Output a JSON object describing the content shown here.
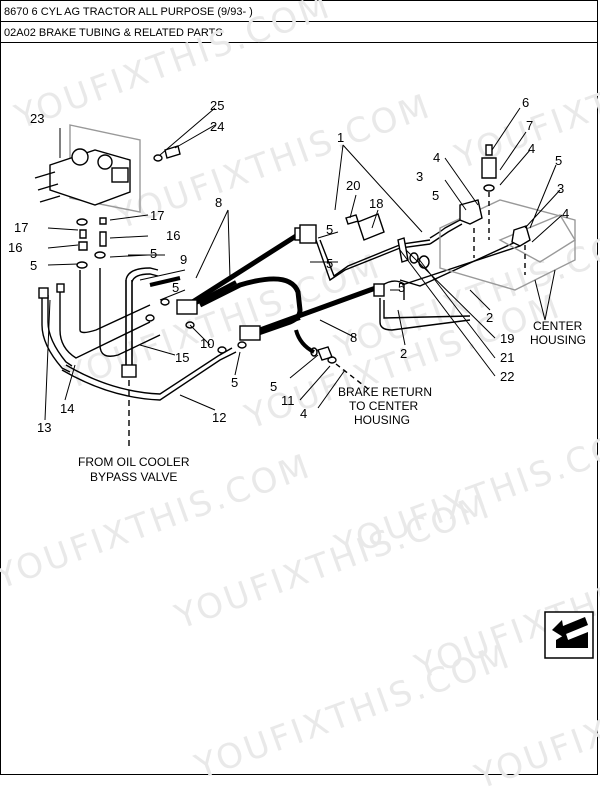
{
  "header": {
    "title": "8670 6 CYL AG TRACTOR ALL PURPOSE (9/93- )",
    "section": "02A02 BRAKE TUBING & RELATED PARTS"
  },
  "watermark": "YOUFIXTHIS.COM",
  "notes": {
    "center_housing_1": "CENTER",
    "center_housing_2": "HOUSING",
    "oil_cooler_1": "FROM OIL COOLER",
    "oil_cooler_2": "BYPASS VALVE",
    "brake_return_1": "BRAKE RETURN",
    "brake_return_2": "TO CENTER",
    "brake_return_3": "HOUSING"
  },
  "callouts": [
    "1",
    "2",
    "3",
    "4",
    "5",
    "6",
    "7",
    "8",
    "9",
    "10",
    "11",
    "12",
    "13",
    "14",
    "15",
    "16",
    "17",
    "18",
    "19",
    "20",
    "21",
    "22",
    "23",
    "24",
    "25"
  ],
  "nav": {
    "next_icon": "next-page-arrow-icon"
  }
}
